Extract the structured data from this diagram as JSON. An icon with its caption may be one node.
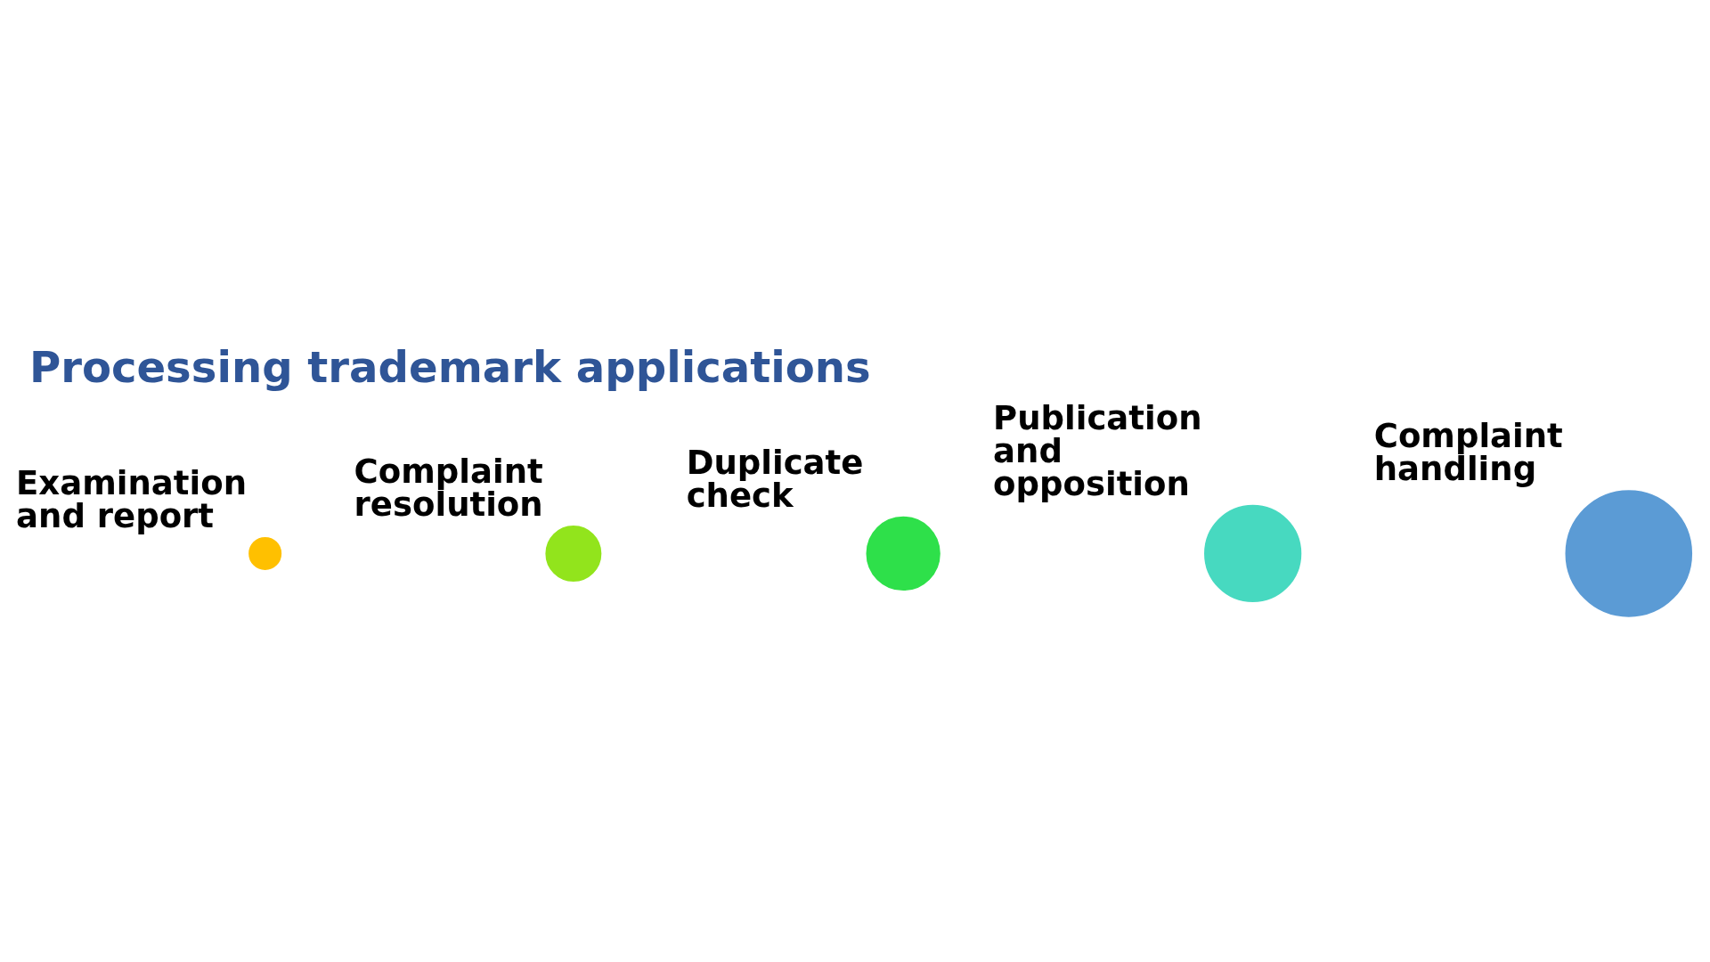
{
  "diagram": {
    "title": "Processing trademark applications",
    "nodes": [
      {
        "text": [],
        "shape": "circle",
        "beside": [
          "Examination and report"
        ]
      },
      {
        "text": [],
        "shape": "circle",
        "beside": [
          "Complaint resolution"
        ]
      },
      {
        "text": [],
        "shape": "circle",
        "beside": [
          "Duplicate check"
        ]
      },
      {
        "text": [],
        "shape": "circle",
        "beside": [
          "Publication and opposition"
        ]
      },
      {
        "text": [],
        "shape": "circle",
        "beside": [
          "Complaint handling"
        ]
      }
    ],
    "edges": []
  }
}
